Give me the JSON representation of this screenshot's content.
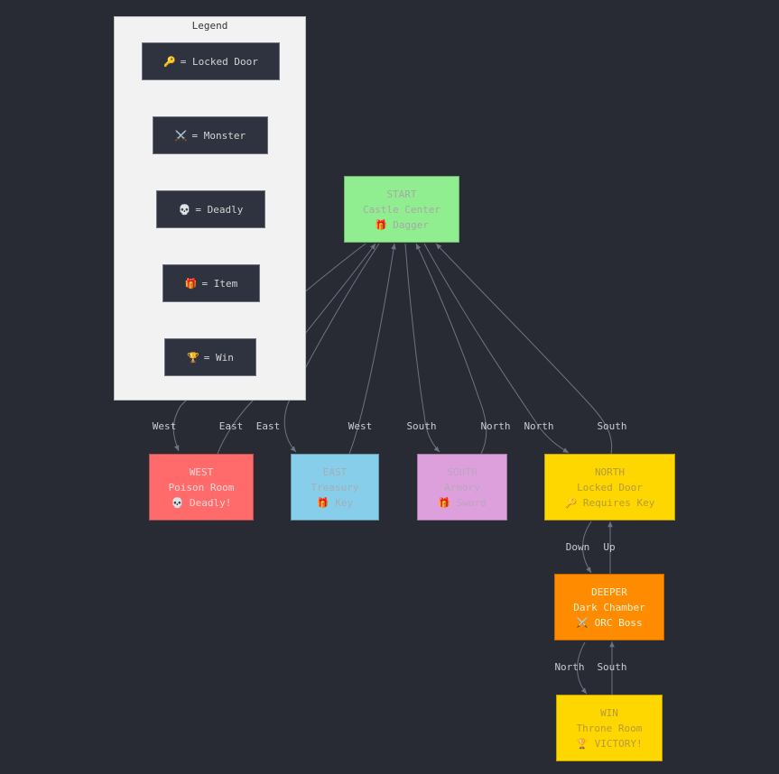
{
  "legend": {
    "title": "Legend",
    "items": [
      {
        "icon": "🔑",
        "text": "= Locked Door"
      },
      {
        "icon": "⚔️",
        "text": "= Monster"
      },
      {
        "icon": "💀",
        "text": "= Deadly"
      },
      {
        "icon": "🎁",
        "text": "= Item"
      },
      {
        "icon": "🏆",
        "text": "= Win"
      }
    ]
  },
  "nodes": {
    "start": {
      "title": "START",
      "name": "Castle Center",
      "icon": "🎁",
      "detail": "Dagger",
      "color": "#90ee90",
      "text_color": "#a8a8a8"
    },
    "west": {
      "title": "WEST",
      "name": "Poison Room",
      "icon": "💀",
      "detail": "Deadly!",
      "color": "#ff6b6b",
      "text_color": "#ffd8d8"
    },
    "east": {
      "title": "EAST",
      "name": "Treasury",
      "icon": "🎁",
      "detail": "Key",
      "color": "#87ceeb",
      "text_color": "#a6adb5"
    },
    "south": {
      "title": "SOUTH",
      "name": "Armory",
      "icon": "🎁",
      "detail": "Sword",
      "color": "#dda0dd",
      "text_color": "#b9a6bd"
    },
    "north": {
      "title": "NORTH",
      "name": "Locked Door",
      "icon": "🔑",
      "detail": "Requires Key",
      "color": "#ffd700",
      "text_color": "#b59b3a"
    },
    "deeper": {
      "title": "DEEPER",
      "name": "Dark Chamber",
      "icon": "⚔️",
      "detail": "ORC Boss",
      "color": "#ff8c00",
      "text_color": "#fff1d6"
    },
    "win": {
      "title": "WIN",
      "name": "Throne Room",
      "icon": "🏆",
      "detail": "VICTORY!",
      "color": "#ffd700",
      "text_color": "#b59b3a"
    }
  },
  "edge_labels": {
    "start_west": "West",
    "west_start": "East",
    "start_east": "East",
    "east_start": "West",
    "start_south": "South",
    "south_start": "North",
    "start_north": "North",
    "north_start": "South",
    "north_deeper": "Down",
    "deeper_north": "Up",
    "deeper_win": "North",
    "win_deeper": "South"
  },
  "colors": {
    "background": "#282b34",
    "edge": "#6d7384",
    "legend_bg": "#f2f2f2"
  }
}
